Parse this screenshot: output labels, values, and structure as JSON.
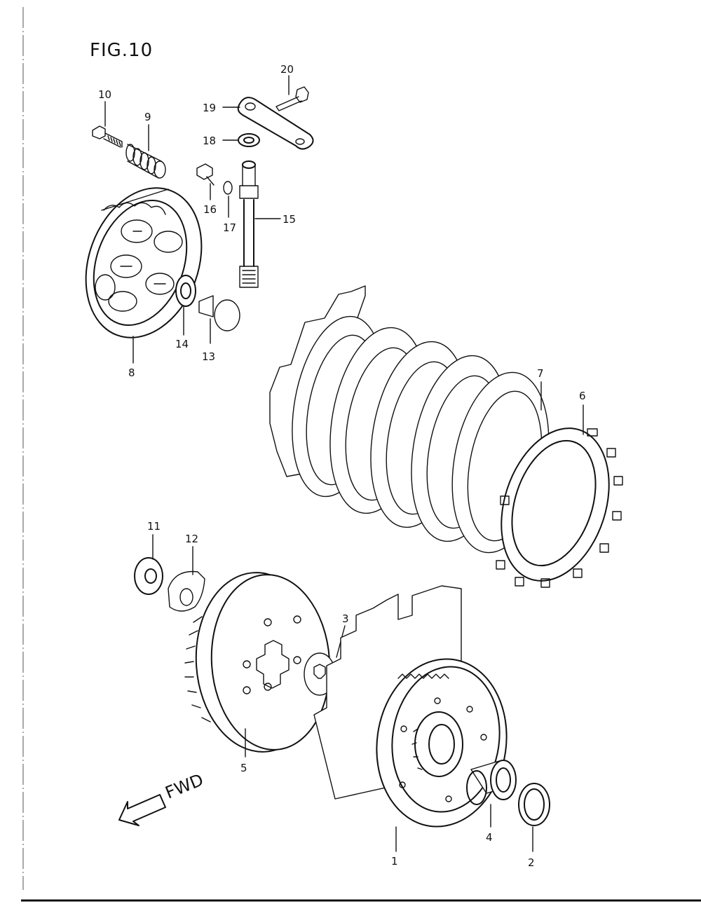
{
  "figure": {
    "title": "FIG.10"
  },
  "direction": {
    "label": "FWD"
  },
  "callouts": {
    "c1": "1",
    "c2": "2",
    "c4": "4",
    "c3": "3",
    "c5": "5",
    "c6": "6",
    "c7": "7",
    "c8": "8",
    "c9": "9",
    "c10": "10",
    "c11": "11",
    "c12": "12",
    "c13": "13",
    "c14": "14",
    "c15": "15",
    "c16": "16",
    "c17": "17",
    "c18": "18",
    "c19": "19",
    "c20": "20"
  }
}
